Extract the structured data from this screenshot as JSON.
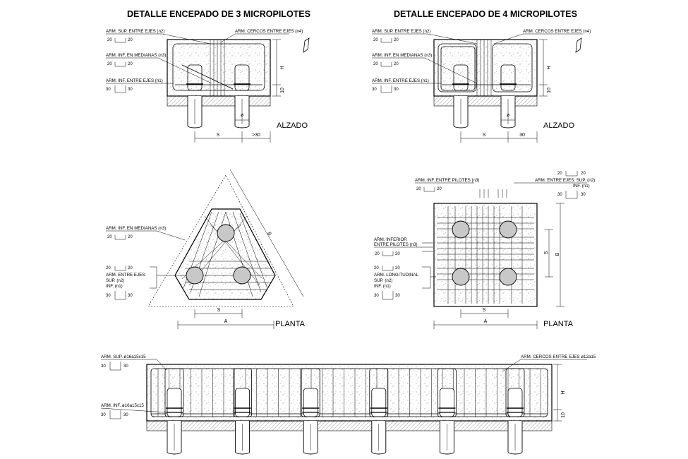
{
  "titles": {
    "three_piles": "DETALLE ENCEPADO DE 3 MICROPILOTES",
    "four_piles": "DETALLE ENCEPADO DE 4 MICROPILOTES"
  },
  "views": {
    "alzado": "ALZADO",
    "planta": "PLANTA"
  },
  "labels": {
    "arm_sup_entre_ejes_n2": "ARM. SUP. ENTRE EJES (n2)",
    "arm_inf_en_medianas_n3": "ARM. INF. EN MEDIANAS (n3)",
    "arm_inf_entre_ejes_n1": "ARM. INF. ENTRE EJES (n1)",
    "arm_cercos_entre_ejes_n4": "ARM. CERCOS ENTRE EJES (n4)",
    "arm_entre_ejes": "ARM. ENTRE EJES:",
    "sup_n2": "SUP. (n2)",
    "inf_n1": "INF. (n1)",
    "arm_inf_entre_pilotes_n3": "ARM. INF. ENTRE PILOTES (n3)",
    "arm_entre_ejes_sup_n2": "ARM. ENTRE EJES: SUP. (n2)",
    "inf_n1_short": "INF. (n1)",
    "arm_inferior": "ARM. INFERIOR",
    "entre_pilotes_n3": "ENTRE PILOTES (n3)",
    "arm_longitudinal": "ARM. LONGITUDINAL",
    "arm_sup_beam": "ARM. SUP. ø16a15x15",
    "arm_inf_beam": "ARM. INF. ø16a15x15",
    "arm_cercos_beam": "ARM. CERCOS ENTRE EJES ø12a15"
  },
  "dims": {
    "s": "S",
    "a": "A",
    "b": "B",
    "h": "H",
    "ten": "10",
    "phi": "ø",
    "gt30": ">30",
    "thirty": "30",
    "twenty": "20"
  },
  "bar_numbers": {
    "twenty": "20",
    "thirty": "30"
  },
  "beam": {
    "pile_count": 6
  }
}
